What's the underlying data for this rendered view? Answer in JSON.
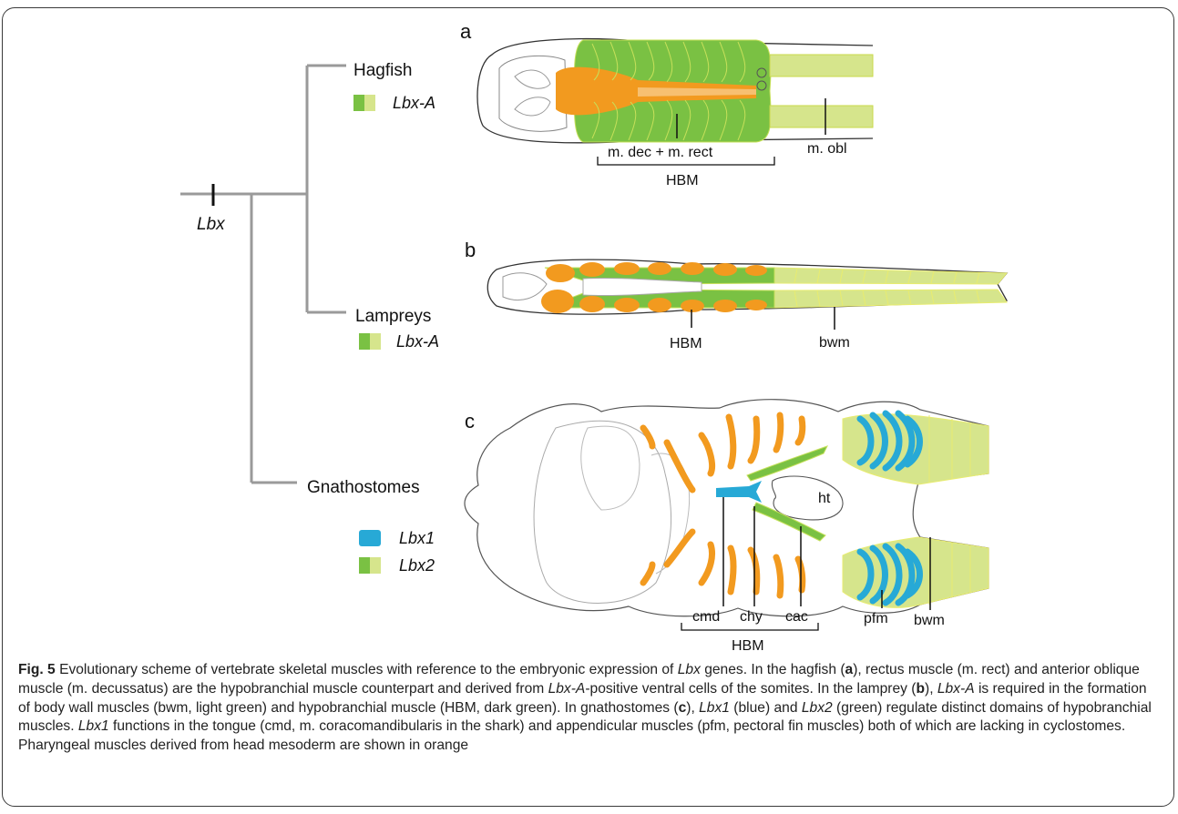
{
  "figure": {
    "panels": {
      "a": {
        "letter": "a",
        "labels": {
          "dec_rect": "m. dec + m. rect",
          "obl": "m. obl",
          "hbm": "HBM"
        }
      },
      "b": {
        "letter": "b",
        "labels": {
          "hbm": "HBM",
          "bwm": "bwm"
        }
      },
      "c": {
        "letter": "c",
        "labels": {
          "ht": "ht",
          "cmd": "cmd",
          "chy": "chy",
          "cac": "cac",
          "pfm": "pfm",
          "bwm": "bwm",
          "hbm": "HBM"
        }
      }
    },
    "tree": {
      "root_gene": "Lbx",
      "taxa": [
        {
          "name": "Hagfish",
          "genes": [
            "Lbx-A"
          ]
        },
        {
          "name": "Lampreys",
          "genes": [
            "Lbx-A"
          ]
        },
        {
          "name": "Gnathostomes",
          "genes": [
            "Lbx1",
            "Lbx2"
          ]
        }
      ]
    },
    "colors": {
      "hbm_dark_green": "#7ac143",
      "bwm_light_green": "#d6e58c",
      "pharyngeal_orange": "#f29a1f",
      "lbx1_blue": "#27a9d6",
      "tree_gray": "#9a9a9a"
    }
  },
  "caption": {
    "label": "Fig. 5",
    "segments": [
      {
        "t": " Evolutionary scheme of vertebrate skeletal muscles with reference to the embryonic expression of ",
        "s": "n"
      },
      {
        "t": "Lbx",
        "s": "i"
      },
      {
        "t": " genes. In the hagfish (",
        "s": "n"
      },
      {
        "t": "a",
        "s": "b"
      },
      {
        "t": "), rectus muscle (m. rect) and anterior oblique muscle (m. decussatus) are the hypobranchial muscle counterpart and derived from ",
        "s": "n"
      },
      {
        "t": "Lbx-A",
        "s": "i"
      },
      {
        "t": "-positive ventral cells of the somites. In the lamprey (",
        "s": "n"
      },
      {
        "t": "b",
        "s": "b"
      },
      {
        "t": "), ",
        "s": "n"
      },
      {
        "t": "Lbx-A",
        "s": "i"
      },
      {
        "t": " is required in the formation of body wall muscles (bwm, light green) and hypobranchial muscle (HBM, dark green). In gnathostomes (",
        "s": "n"
      },
      {
        "t": "c",
        "s": "b"
      },
      {
        "t": "), ",
        "s": "n"
      },
      {
        "t": "Lbx1",
        "s": "i"
      },
      {
        "t": " (blue) and ",
        "s": "n"
      },
      {
        "t": "Lbx2",
        "s": "i"
      },
      {
        "t": " (green) regulate distinct domains of hypobranchial muscles. ",
        "s": "n"
      },
      {
        "t": "Lbx1",
        "s": "i"
      },
      {
        "t": " functions in the tongue (cmd, m. coracomandibularis in the shark) and appendicular muscles (pfm, pectoral fin muscles) both of which are lacking in cyclostomes. Pharyngeal muscles derived from head mesoderm are shown in orange",
        "s": "n"
      }
    ]
  }
}
